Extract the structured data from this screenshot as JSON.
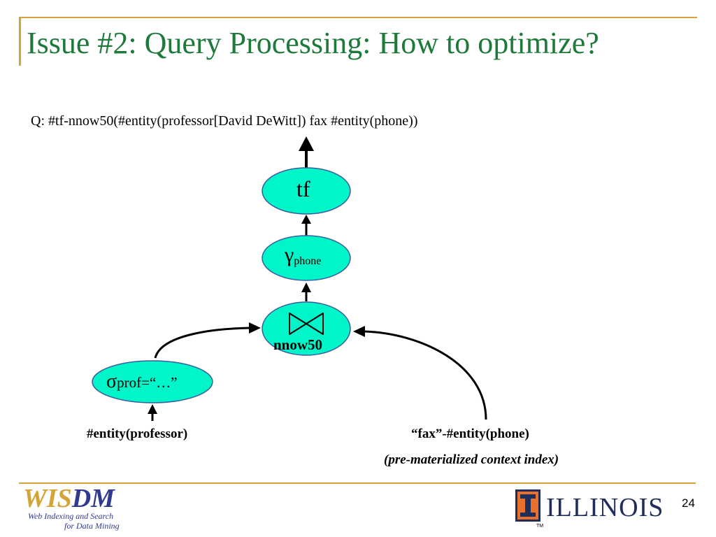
{
  "slide": {
    "title": "Issue #2: Query Processing: How to optimize?",
    "query": "Q: #tf-nnow50(#entity(professor[David DeWitt]) fax #entity(phone))",
    "page_number": "24"
  },
  "diagram": {
    "tf_node": {
      "label": "tf"
    },
    "gamma_node": {
      "symbol": "γ",
      "subscript": "phone"
    },
    "join_node": {
      "label": "nnow50"
    },
    "sigma_node": {
      "symbol": "σ",
      "label": "prof=“…”"
    },
    "left_input": {
      "label": "#entity(professor)"
    },
    "right_input": {
      "label": "“fax”-#entity(phone)",
      "note": "(pre-materialized context index)"
    },
    "node_color": "#00F5C8"
  },
  "footer": {
    "wisdm_part1": "WIS",
    "wisdm_part2": "DM",
    "wisdm_line1": "Web Indexing and Search",
    "wisdm_line2": "for Data Mining",
    "illinois_text": "ILLINOIS",
    "illinois_tm": "TM"
  }
}
